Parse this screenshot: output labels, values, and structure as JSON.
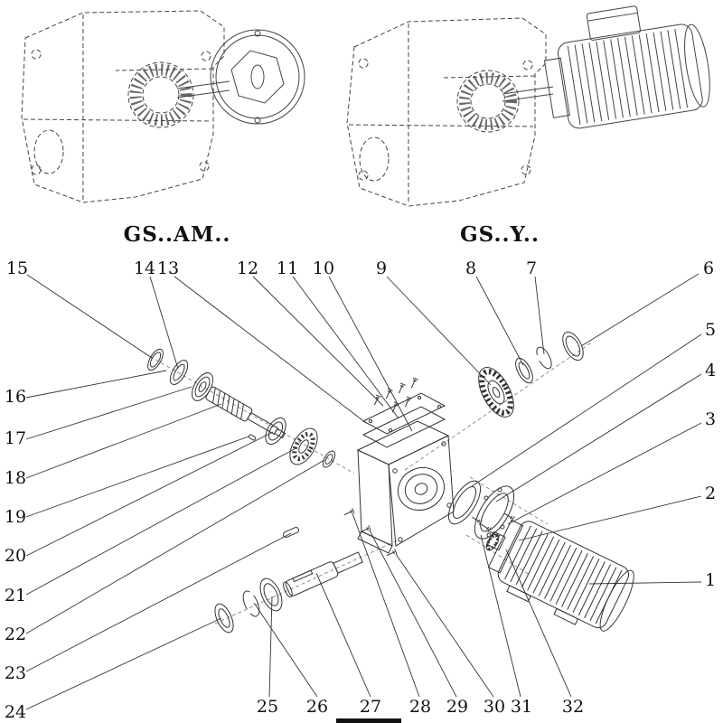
{
  "titles": {
    "left": "GS..AM..",
    "right": "GS..Y.."
  },
  "colors": {
    "line": "#333333",
    "dash": "#555555"
  },
  "callouts": [
    {
      "n": "1",
      "label": [
        786,
        641
      ],
      "line": [
        776,
        644,
        652,
        646
      ]
    },
    {
      "n": "2",
      "label": [
        786,
        545
      ],
      "line": [
        776,
        549,
        574,
        598
      ]
    },
    {
      "n": "3",
      "label": [
        786,
        463
      ],
      "line": [
        776,
        468,
        562,
        580
      ]
    },
    {
      "n": "4",
      "label": [
        786,
        409
      ],
      "line": [
        776,
        414,
        549,
        555
      ]
    },
    {
      "n": "5",
      "label": [
        786,
        364
      ],
      "line": [
        776,
        370,
        522,
        538
      ]
    },
    {
      "n": "6",
      "label": [
        784,
        296
      ],
      "line": [
        773,
        303,
        643,
        383
      ]
    },
    {
      "n": "7",
      "label": [
        588,
        296
      ],
      "line": [
        592,
        306,
        602,
        392
      ]
    },
    {
      "n": "8",
      "label": [
        521,
        296
      ],
      "line": [
        527,
        306,
        579,
        404
      ]
    },
    {
      "n": "9",
      "label": [
        422,
        296
      ],
      "line": [
        428,
        306,
        543,
        426
      ]
    },
    {
      "n": "10",
      "label": [
        358,
        296
      ],
      "line": [
        364,
        306,
        456,
        477
      ]
    },
    {
      "n": "11",
      "label": [
        318,
        296
      ],
      "line": [
        324,
        306,
        441,
        463
      ]
    },
    {
      "n": "12",
      "label": [
        274,
        296
      ],
      "line": [
        280,
        306,
        424,
        449
      ]
    },
    {
      "n": "13",
      "label": [
        186,
        296
      ],
      "line": [
        193,
        306,
        405,
        468
      ]
    },
    {
      "n": "14",
      "label": [
        160,
        296
      ],
      "line": [
        166,
        306,
        197,
        408
      ]
    },
    {
      "n": "15",
      "label": [
        19,
        296
      ],
      "line": [
        30,
        304,
        168,
        396
      ]
    },
    {
      "n": "16",
      "label": [
        17,
        438
      ],
      "line": [
        29,
        440,
        184,
        410
      ]
    },
    {
      "n": "17",
      "label": [
        17,
        484
      ],
      "line": [
        29,
        486,
        212,
        428
      ]
    },
    {
      "n": "18",
      "label": [
        17,
        528
      ],
      "line": [
        29,
        529,
        245,
        447
      ]
    },
    {
      "n": "19",
      "label": [
        17,
        571
      ],
      "line": [
        29,
        572,
        275,
        483
      ]
    },
    {
      "n": "20",
      "label": [
        17,
        614
      ],
      "line": [
        29,
        615,
        302,
        478
      ]
    },
    {
      "n": "21",
      "label": [
        17,
        658
      ],
      "line": [
        29,
        658,
        329,
        495
      ]
    },
    {
      "n": "22",
      "label": [
        17,
        701
      ],
      "line": [
        29,
        701,
        359,
        509
      ]
    },
    {
      "n": "23",
      "label": [
        17,
        744
      ],
      "line": [
        29,
        743,
        322,
        590
      ]
    },
    {
      "n": "24",
      "label": [
        17,
        787
      ],
      "line": [
        29,
        785,
        245,
        684
      ]
    },
    {
      "n": "25",
      "label": [
        296,
        781
      ],
      "line": [
        298,
        771,
        301,
        660
      ]
    },
    {
      "n": "26",
      "label": [
        351,
        781
      ],
      "line": [
        351,
        771,
        281,
        667
      ]
    },
    {
      "n": "27",
      "label": [
        410,
        781
      ],
      "line": [
        410,
        771,
        350,
        634
      ]
    },
    {
      "n": "28",
      "label": [
        465,
        781
      ],
      "line": [
        464,
        771,
        390,
        568
      ]
    },
    {
      "n": "29",
      "label": [
        506,
        781
      ],
      "line": [
        505,
        771,
        409,
        587
      ]
    },
    {
      "n": "30",
      "label": [
        547,
        781
      ],
      "line": [
        546,
        771,
        438,
        613
      ]
    },
    {
      "n": "31",
      "label": [
        577,
        781
      ],
      "line": [
        576,
        771,
        532,
        592
      ]
    },
    {
      "n": "32",
      "label": [
        634,
        781
      ],
      "line": [
        632,
        771,
        560,
        608
      ]
    }
  ]
}
